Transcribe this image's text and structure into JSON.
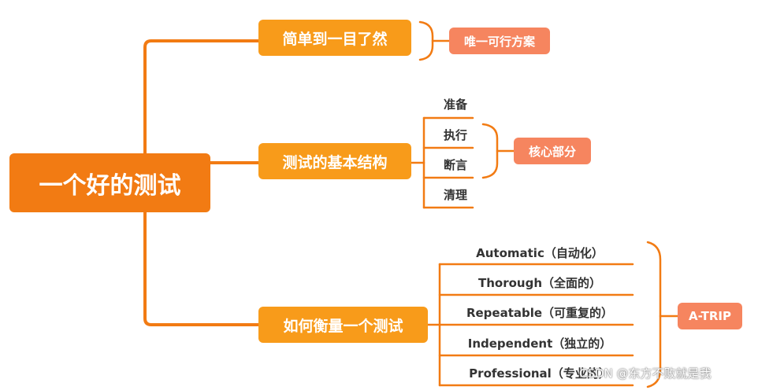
{
  "root": {
    "label": "一个好的测试"
  },
  "branches": [
    {
      "label": "简单到一目了然",
      "callout": "唯一可行方案"
    },
    {
      "label": "测试的基本结构",
      "callout": "核心部分",
      "items": [
        "准备",
        "执行",
        "断言",
        "清理"
      ]
    },
    {
      "label": "如何衡量一个测试",
      "callout": "A-TRIP",
      "items": [
        "Automatic（自动化）",
        "Thorough（全面的）",
        "Repeatable（可重复的）",
        "Independent（独立的）",
        "Professional（专业的）"
      ]
    }
  ],
  "watermark": "CSDN @东方不败就是我",
  "colors": {
    "root": "#f27b13",
    "branch": "#f89b1a",
    "callout": "#f6855f",
    "line": "#f27b13",
    "text": "#333333"
  }
}
